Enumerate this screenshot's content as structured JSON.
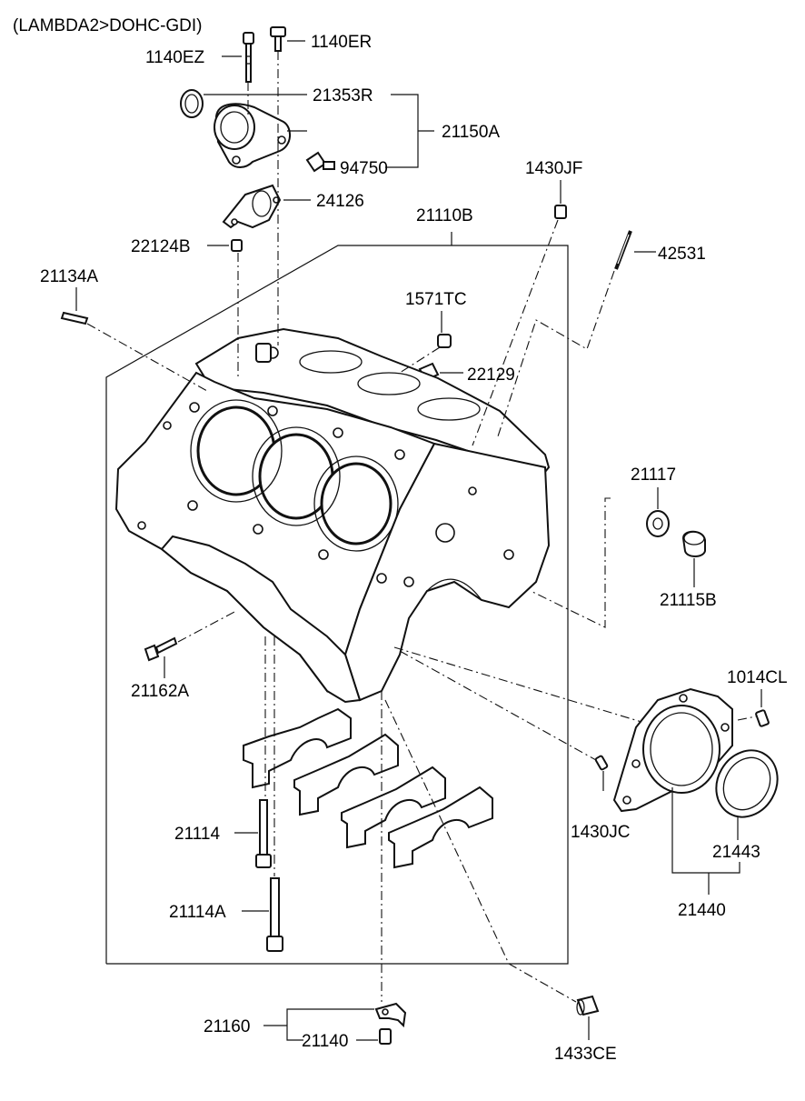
{
  "header": {
    "title": "(LAMBDA2>DOHC-GDI)"
  },
  "labels": {
    "p1140EZ": "1140EZ",
    "p1140ER": "1140ER",
    "p21353R": "21353R",
    "p21150A": "21150A",
    "p94750": "94750",
    "p24126": "24126",
    "p1430JF": "1430JF",
    "p21110B": "21110B",
    "p22124B": "22124B",
    "p42531": "42531",
    "p21134A": "21134A",
    "p1571TC": "1571TC",
    "p22129": "22129",
    "p21117": "21117",
    "p21115B": "21115B",
    "p21162A": "21162A",
    "p1014CL": "1014CL",
    "p1430JC": "1430JC",
    "p21114": "21114",
    "p21443": "21443",
    "p21114A": "21114A",
    "p21440": "21440",
    "p21160": "21160",
    "p21140": "21140",
    "p1433CE": "1433CE"
  }
}
